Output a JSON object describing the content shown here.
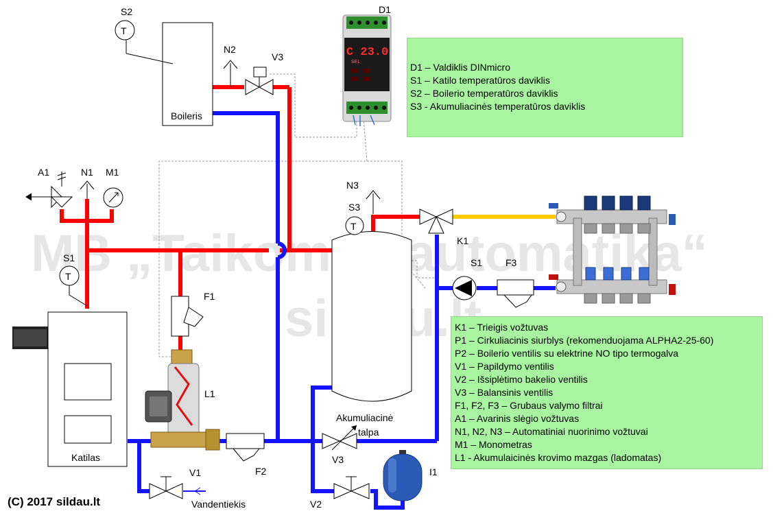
{
  "watermark": {
    "line1": "MB „Taikomoji automatika“",
    "line2": "sildau.lt"
  },
  "labels": {
    "s2": "S2",
    "n2": "N2",
    "v3_top": "V3",
    "d1": "D1",
    "boileris": "Boileris",
    "a1": "A1",
    "n1": "N1",
    "m1": "M1",
    "n3": "N3",
    "s3": "S3",
    "k1": "K1",
    "s1_boiler": "S1",
    "s1_pump": "S1",
    "f3": "F3",
    "f1": "F1",
    "l1": "L1",
    "katilas": "Katilas",
    "v1": "V1",
    "vandentiekis": "Vandentiekis",
    "f2": "F2",
    "v3_bottom": "V3",
    "v2": "V2",
    "i1": "I1",
    "tank_line1": "Akumuliacinė",
    "tank_line2": "talpa",
    "display": "C 23.0",
    "display_sub": "SEL"
  },
  "legend_top": [
    "D1 – Valdiklis DINmicro",
    "S1 – Katilo temperatūros daviklis",
    "S2 – Boilerio temperatūros daviklis",
    "S3 - Akumuliacinės temperatūros daviklis"
  ],
  "legend_bottom": [
    "K1 – Trieigis vožtuvas",
    "P1 – Cirkuliacinis siurblys (rekomenduojama ALPHA2-25-60)",
    "P2 – Boilerio ventilis su elektrine NO tipo termogalva",
    "V1 – Papildymo ventilis",
    "V2 – Išsiplėtimo bakelio ventilis",
    "V3 – Balansinis ventilis",
    "F1, F2, F3 – Grubaus valymo filtrai",
    "A1 – Avarinis slėgio vožtuvas",
    "N1, N2, N3 – Automatiniai nuorinimo vožtuvai",
    "M1 – Monometras",
    "L1 - Akumulaicinės krovimo mazgas (ladomatas)"
  ],
  "copyright": "(C) 2017 sildau.lt",
  "colors": {
    "hot": "#ff0000",
    "cold": "#1414ff",
    "floor": "#ffcc00",
    "legend_bg": "#a8f4a0"
  }
}
